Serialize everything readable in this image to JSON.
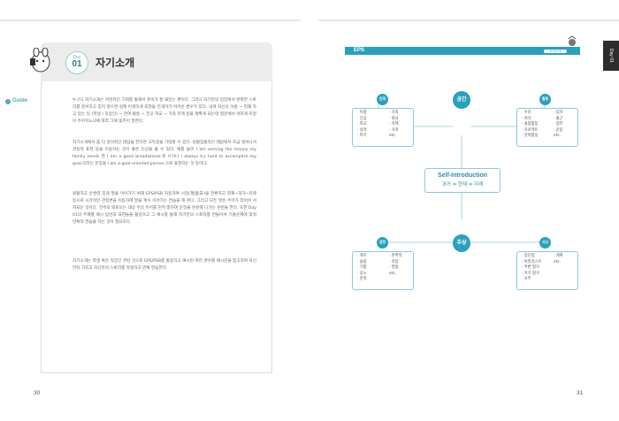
{
  "left_page": {
    "day_label": "Day",
    "day_number": "01",
    "title": "자기소개",
    "guide_tag": "Guide",
    "paragraphs": [
      "누구나 자기소개는 어떤저인 기회를 통해서 준비가 잘 돼있는 편이다. 그러나 자기만의 입장에서 완벽한 스토리를 준비하고 있지 않으면 실제 어색하게 표현을 전개하기 어려운 경우가 있다. 내게 자신의 이름 ~ 현재 하고 있는 일 (학생 / 직장인) ~ 관여 활동 ~ 전공 학교 ~ 가족 관계 등을 명확게 되는데 질문에서 어떠게 조정이 주어지느냐에 따라 그에 맞추어 말한다.",
      "자기소개에서 좀 더 알의적인 대답을 한다면 고득점을 기대할 수 있다. 원활입출직인 대답에서 조금 벗어나서 관용적 표현 등을 이용하는 것이 좋은 인상을 줄 수 있다. 예를 들어 I am earning the money my family needs 한 I am a good breadwinner.로 쓰거나 I always try hard to accomplish my goal.이라는 문장을 I am a goal-oriented person.으로 표현하는 것 등이다.",
      "원활하고 순발력 있게 말을 이어가기 위해 EPS/PSB 자동하여 시점(現過去)을 전환하고 현재~과거~미래 등으로 시각적인 관점변을 이동하여 말을 계속 이어가는 연습을 해 본다. 그리고 모든 말은 주어가 있어야 서자되는 것이다. 전주의 외로오는 대상 주의 주어를 먼저 말하여 문장을 완성해 나가는 훈련을 한다. 또한 Day 01의 주제별 예시 답안과 표현들을 활용하고 그 예시를 통해 자기만의 스토리를 만들어서 기출문제에 맞춰 반복적 연습을 하는 것이 필요하다.",
      "자기소개는 학생 혹은 직장인 관련 것으로 EPS/PSB를 활용하고 예시된 여러 경우별 예시문을 참고하여 자신만의 가지고 자신만의 스토리를 작성하고 반복 연습한다."
    ],
    "page_number": "30"
  },
  "right_page": {
    "section_label": "EPS",
    "tag_label": "자기소개",
    "side_tab": "Day 01",
    "page_number": "31",
    "center": {
      "title": "Self-Introduction",
      "subtitle": "과거 ⇔ 현재 ⇔ 미래"
    },
    "nodes": {
      "space": "공간",
      "abstract": "추상",
      "person": "인적",
      "activity": "활동",
      "emotion": "감정",
      "thought": "사고"
    },
    "boxes": {
      "person_items": [
        "· 이름",
        "· 전공",
        "· 학교",
        "· 성격",
        "· 특기"
      ],
      "person_items2": [
        "· 가족",
        "· 회사",
        "· 직책",
        "· 가족",
        "etc."
      ],
      "activity_items": [
        "· 수강",
        "· 여가",
        "· 클럽활동",
        "· 프로젝트",
        "· 관여활동"
      ],
      "activity_items2": [
        "· 입지",
        "· 출근",
        "· 업무",
        "· 운동",
        "etc."
      ],
      "emotion_items": [
        "· 계기",
        "· 슬픔",
        "· 기쁨",
        "· 응노",
        "· 만족"
      ],
      "emotion_items2": [
        "· 완벽적",
        "· 희망",
        "· 열정",
        "etc."
      ],
      "thought_items": [
        "· 장단점",
        "· 버킷리스트",
        "· 주변 평가",
        "· 자기 평가",
        "· 포부"
      ],
      "thought_items2": [
        "· 계획",
        "etc."
      ]
    }
  }
}
